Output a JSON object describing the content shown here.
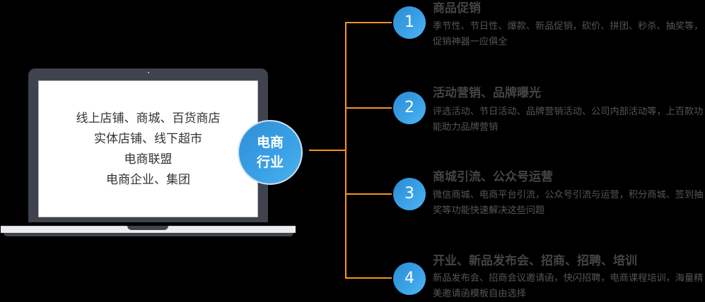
{
  "laptop": {
    "screen_lines": [
      "线上店铺、商城、百货商店",
      "实体店铺、线下超市",
      "电商联盟",
      "电商企业、集团"
    ]
  },
  "hub": {
    "line1": "电商",
    "line2": "行业",
    "color": "#3aa1e6"
  },
  "connector_color": "#f7941d",
  "items": [
    {
      "number": "1",
      "title": "商品促销",
      "desc": "季节性、节日性、爆款、新品促销，砍价、拼团、秒杀、抽奖等，促销神器一应俱全"
    },
    {
      "number": "2",
      "title": "活动营销、品牌曝光",
      "desc": "评选活动、节日活动、品牌营销活动、公司内部活动等，上百款功能助力品牌营销"
    },
    {
      "number": "3",
      "title": "商城引流、公众号运营",
      "desc": "微信商城、电商平台引流，公众号引流与运营，积分商城、签到抽奖等功能快速解决这些问题"
    },
    {
      "number": "4",
      "title": "开业、新品发布会、招商、招聘、培训",
      "desc": "新品发布会、招商会议邀请函，快闪招聘，电商课程培训，海量精美邀请函模板自由选择"
    }
  ]
}
